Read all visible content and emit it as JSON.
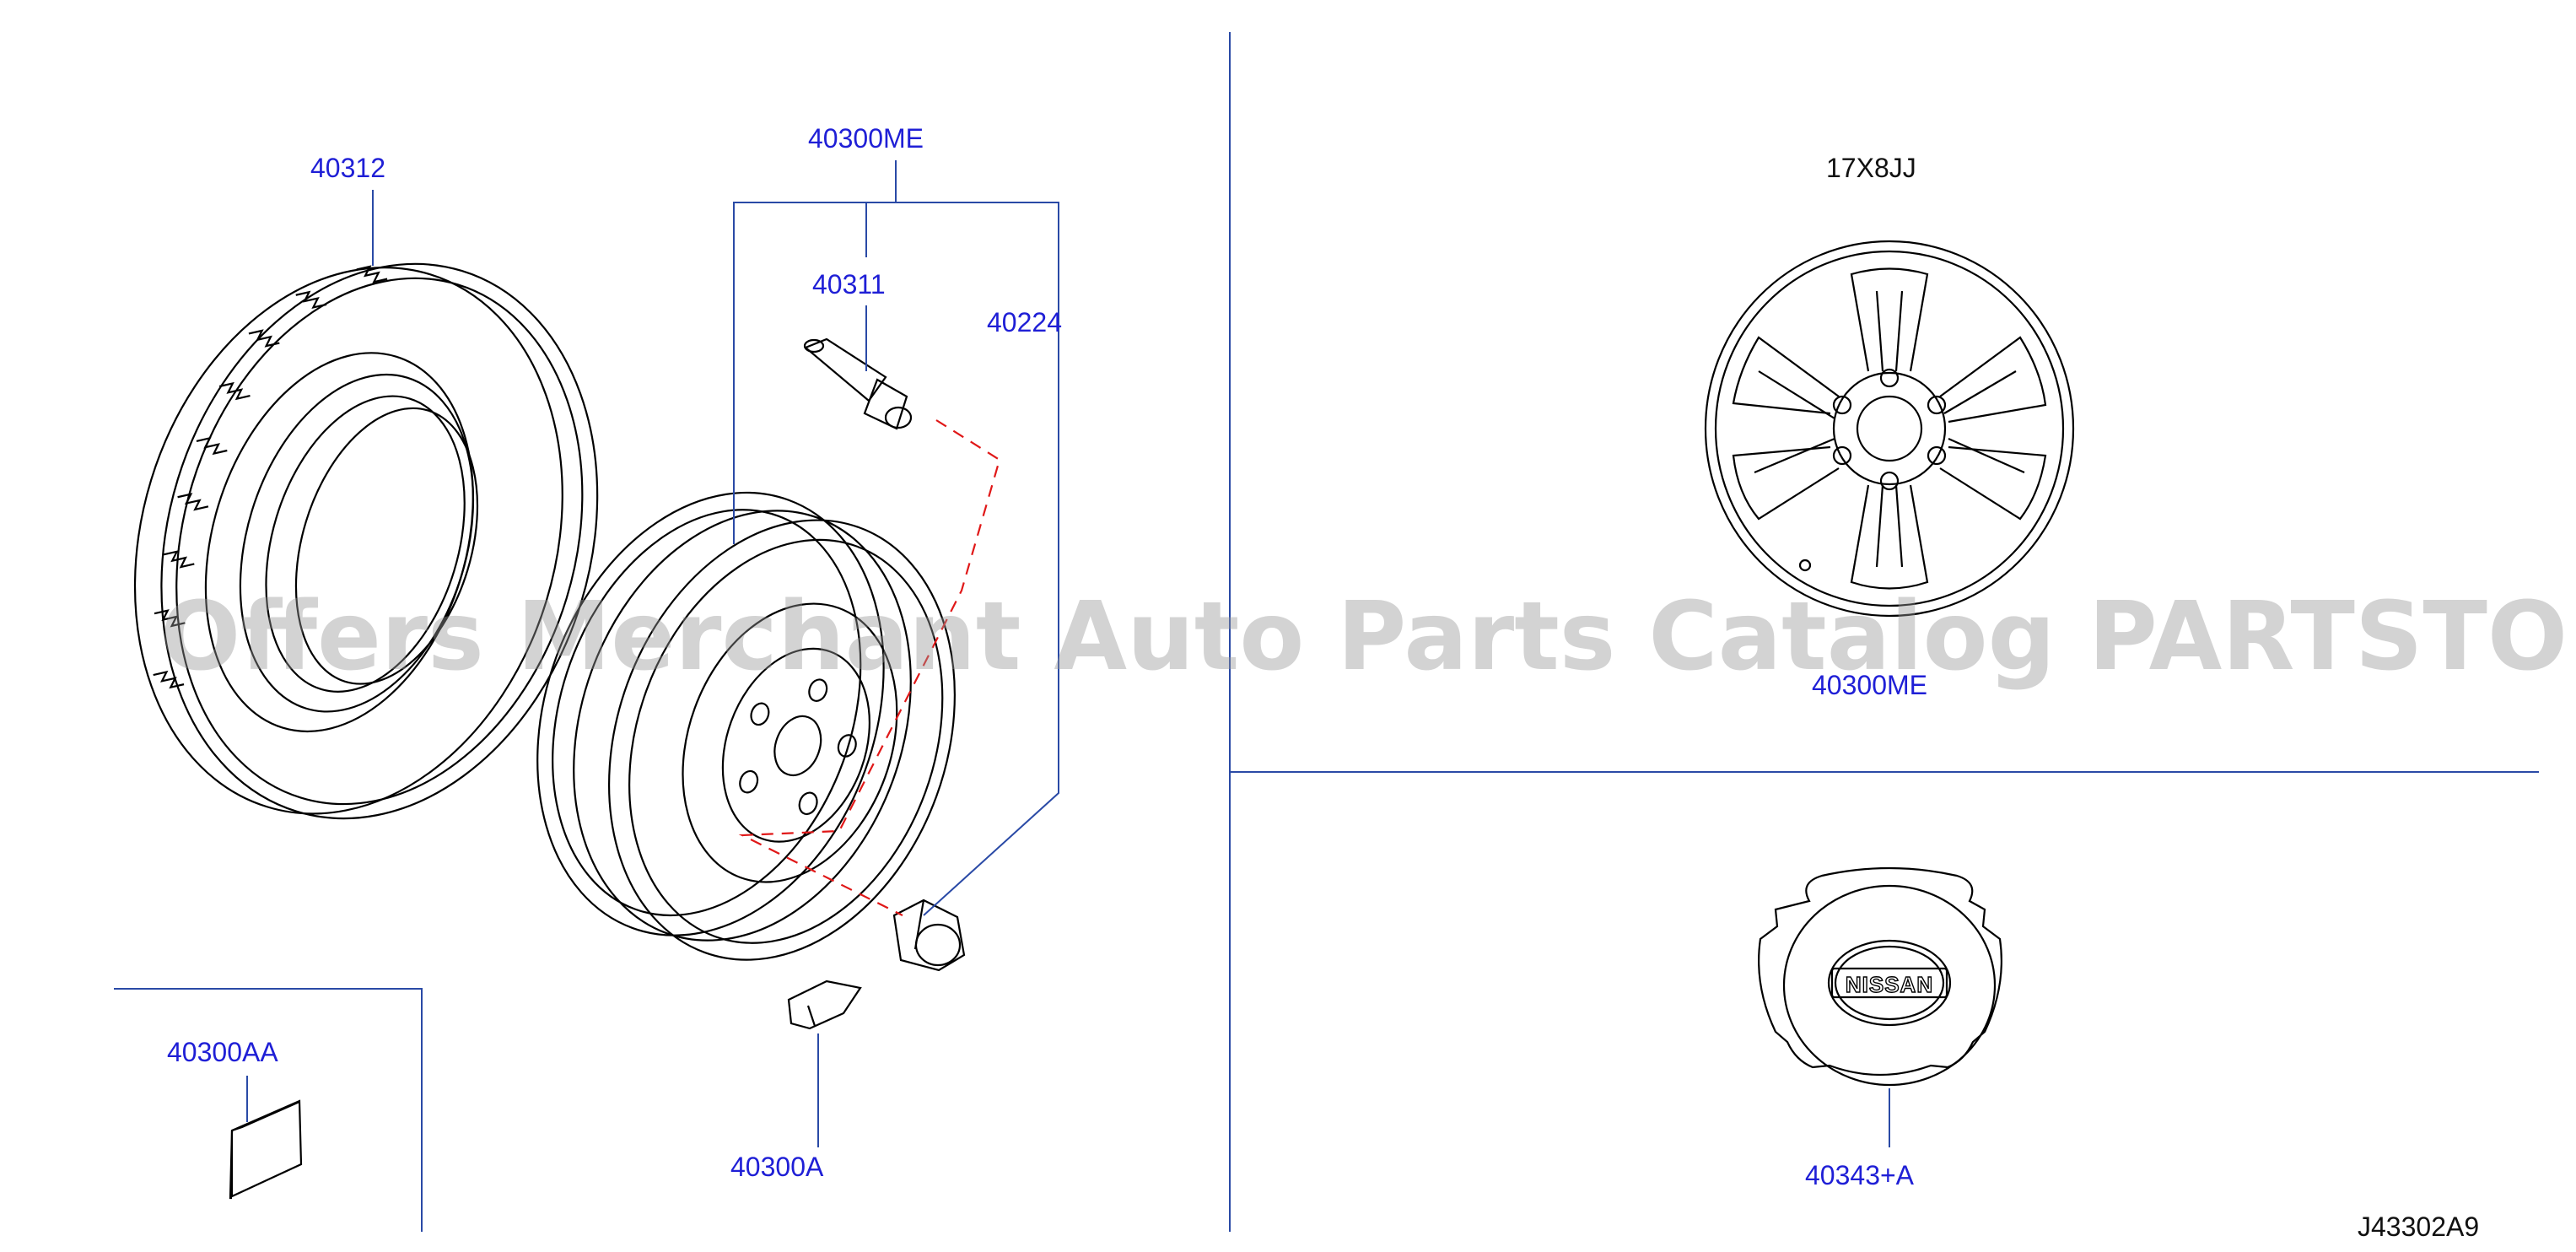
{
  "labels": {
    "tire": "40312",
    "wheel_assembly_top": "40300ME",
    "valve": "40311",
    "nut": "40224",
    "weight_aa": "40300AA",
    "weight_a": "40300A",
    "wheel_size": "17X8JJ",
    "wheel_assembly_right": "40300ME",
    "center_cap": "40343+A",
    "diagram_code": "J43302A9",
    "cap_logo": "NISSAN"
  },
  "watermark": "Offers Merchant Auto Parts Catalog PARTSTORE.SA",
  "colors": {
    "label": "#1f1fd6",
    "leader": "#2a4aa6",
    "dashed_guide": "#e01818",
    "watermark": "#969696"
  }
}
